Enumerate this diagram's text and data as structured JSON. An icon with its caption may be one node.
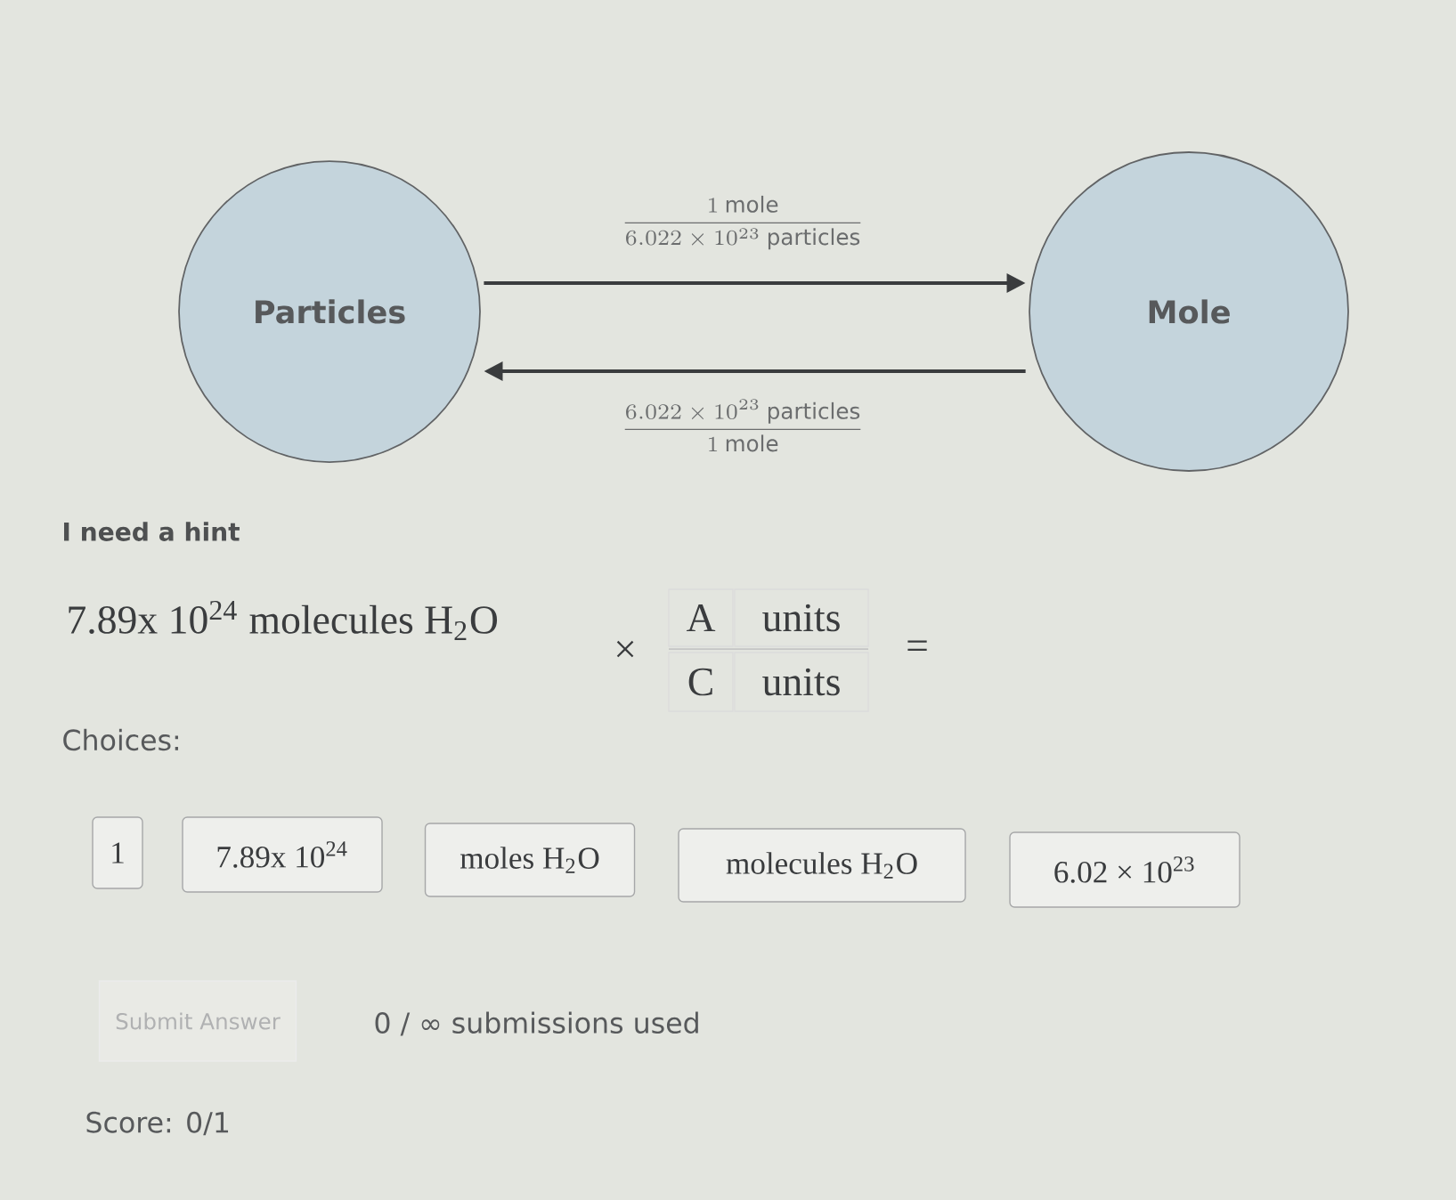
{
  "diagram": {
    "nodes": [
      {
        "text": [
          "Particles"
        ]
      },
      {
        "text": [
          "Mole"
        ]
      },
      {
        "text": [
          "1"
        ]
      },
      {
        "text": [
          "7.89x 10$^{24}$"
        ]
      },
      {
        "text": [
          "moles H$_{2}$O"
        ]
      },
      {
        "text": [
          "molecules H$_{2}$O"
        ]
      },
      {
        "text": [
          "6.02 × 10$^{23}$"
        ]
      },
      {
        "text": [
          "A"
        ]
      },
      {
        "text": [
          "units"
        ]
      },
      {
        "text": [
          "C"
        ]
      },
      {
        "text": [
          "units"
        ]
      }
    ],
    "edges": [
      {
        "from": 0,
        "to": 1,
        "arrow": "to",
        "label": "\\frac{1\\ \\mathrm{mole}}{6.022 \\times 10^{23}\\ \\mathrm{particles}}"
      },
      {
        "from": 1,
        "to": 0,
        "arrow": "to",
        "label": "\\frac{6.022 \\times 10^{23}\\ \\mathrm{particles}}{1\\ \\mathrm{mole}}"
      }
    ],
    "labels": [
      "I need a hint",
      "7.89x 10$^{24}$ molecules H$_{2}$O",
      "×",
      "=",
      "Choices:",
      "Submit Answer",
      "0 / ∞ submissions used",
      "Score: 0/1"
    ]
  }
}
